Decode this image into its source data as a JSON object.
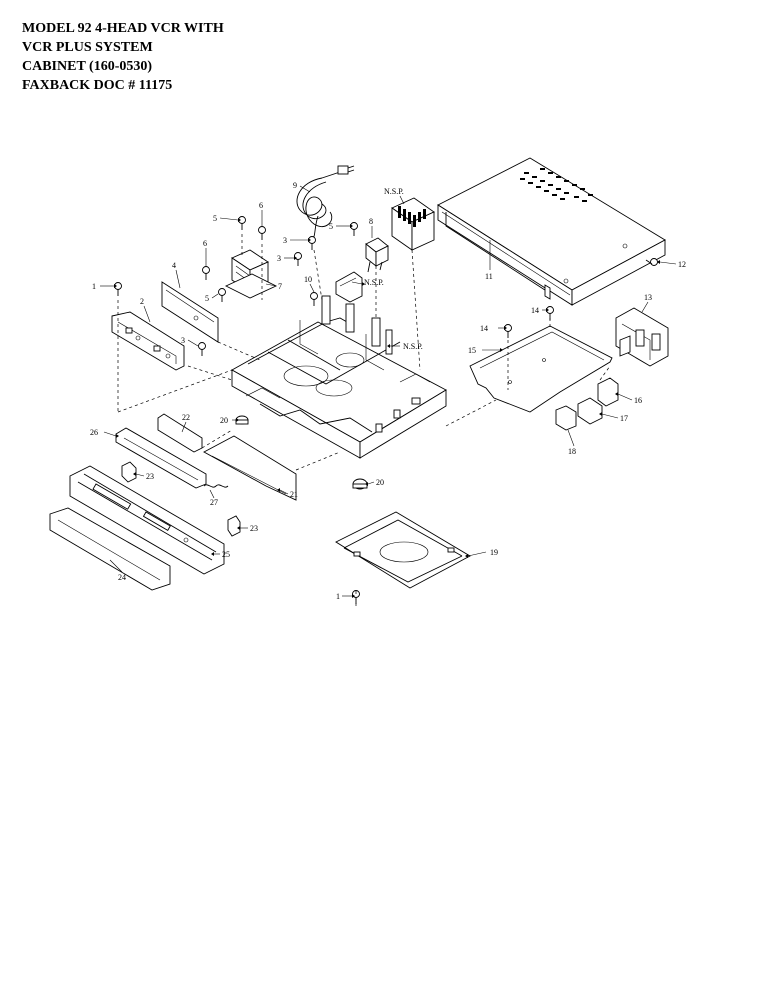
{
  "header": {
    "lines": [
      "MODEL 92 4-HEAD VCR WITH",
      "VCR PLUS SYSTEM",
      "CABINET  (160-0530)",
      "FAXBACK DOC # 11175"
    ]
  },
  "diagram": {
    "nsp_label": "N.S.P.",
    "callouts": [
      "1",
      "2",
      "3",
      "4",
      "5",
      "6",
      "7",
      "8",
      "9",
      "10",
      "11",
      "12",
      "13",
      "14",
      "15",
      "16",
      "17",
      "18",
      "19",
      "20",
      "21",
      "22",
      "23",
      "24",
      "25",
      "26",
      "27"
    ]
  }
}
